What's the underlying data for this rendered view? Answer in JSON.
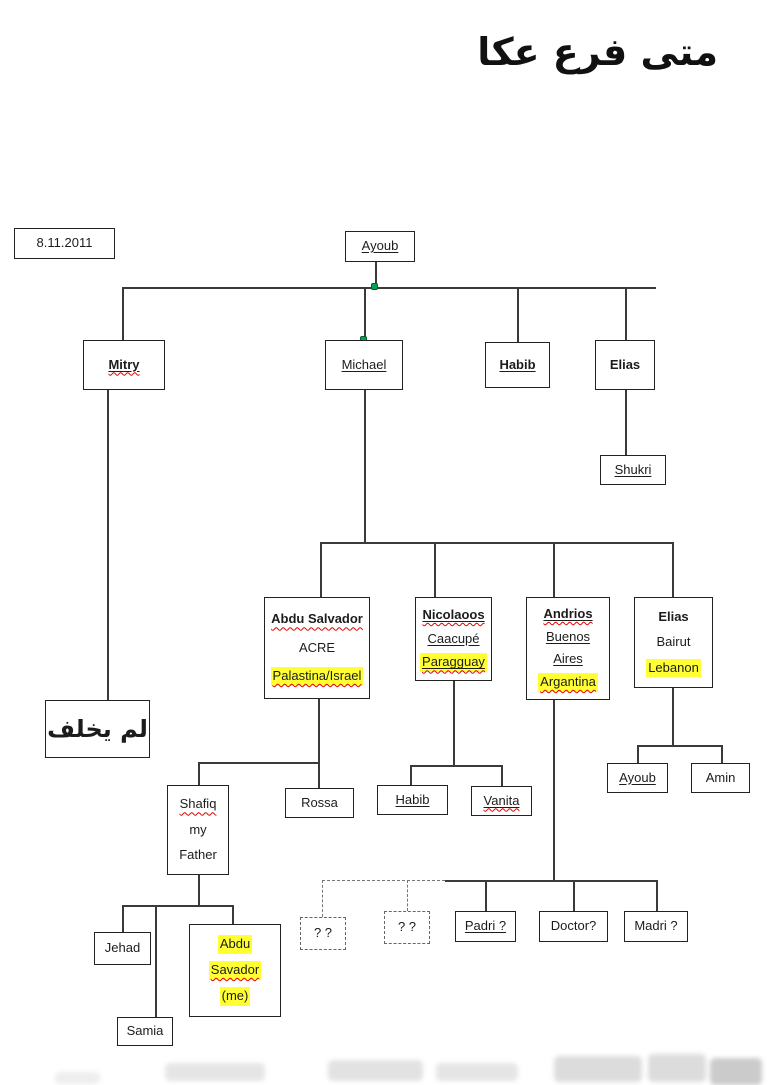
{
  "page": {
    "title_arabic": "متى فرع عكا",
    "date": "8.11.2011"
  },
  "colors": {
    "highlight": "#ffff00",
    "junction_green": "#00a651",
    "misspell_red": "#e00000",
    "line": "#3a3a3a"
  },
  "tree": {
    "root": {
      "label": "Ayoub"
    },
    "gen2": {
      "mitry": {
        "label": "Mitry"
      },
      "michael": {
        "label": "Michael"
      },
      "habib": {
        "label": "Habib"
      },
      "elias": {
        "label": "Elias"
      }
    },
    "shukri": {
      "label": "Shukri"
    },
    "mitry_note": {
      "label": "لم يخلف"
    },
    "gen3": {
      "abdu_salvador": {
        "name": "Abdu Salvador",
        "line2": "ACRE",
        "line3": "Palastina/Israel"
      },
      "nicolaoos": {
        "name": "Nicolaoos",
        "line2": "Caacupé",
        "line3": "Paragguay"
      },
      "andrios": {
        "name": "Andrios",
        "line2": "Buenos",
        "line3": "Aires",
        "line4": "Argantina"
      },
      "elias": {
        "name": "Elias",
        "line2": "Bairut",
        "line3": "Lebanon"
      }
    },
    "gen4": {
      "shafiq": {
        "line1": "Shafiq",
        "line2": "my",
        "line3": "Father"
      },
      "rossa": {
        "label": "Rossa"
      },
      "habib": {
        "label": "Habib"
      },
      "vanita": {
        "label": "Vanita"
      },
      "ayoub": {
        "label": "Ayoub"
      },
      "amin": {
        "label": "Amin"
      },
      "unknown_left": {
        "label": "? ?"
      },
      "unknown_right": {
        "label": "? ?"
      },
      "padri": {
        "label": "Padri ?"
      },
      "doctor": {
        "label": "Doctor?"
      },
      "madri": {
        "label": "Madri ?"
      }
    },
    "gen5": {
      "jehad": {
        "label": "Jehad"
      },
      "abdu_me": {
        "line1": "Abdu",
        "line2": "Savador",
        "line3": "(me)"
      },
      "samia": {
        "label": "Samia"
      }
    }
  }
}
